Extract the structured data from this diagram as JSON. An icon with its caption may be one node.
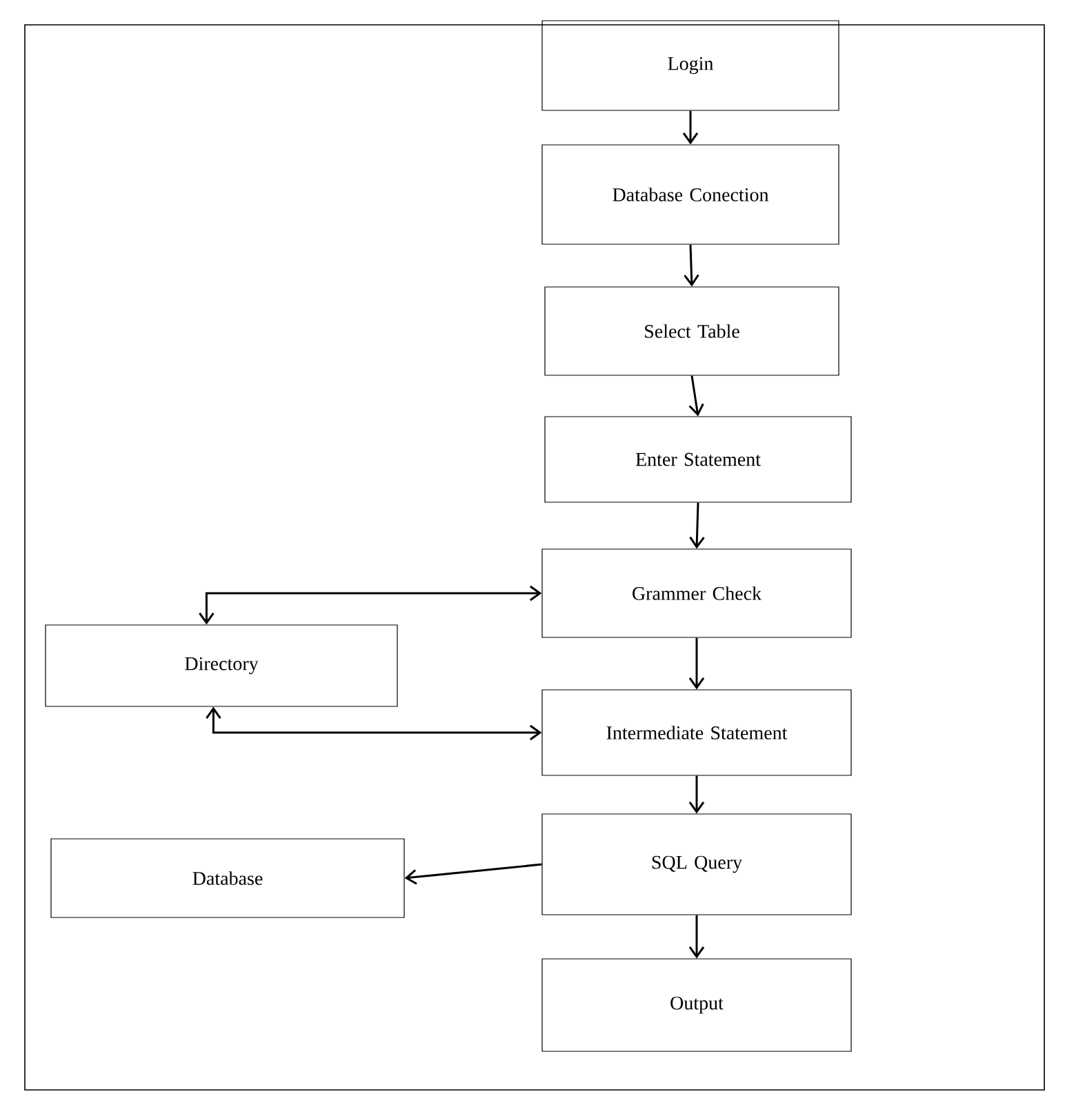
{
  "diagram": {
    "nodes": [
      {
        "text": [
          "Login"
        ]
      },
      {
        "text": [
          "Database Conection"
        ]
      },
      {
        "text": [
          "Select Table"
        ]
      },
      {
        "text": [
          "Enter Statement"
        ]
      },
      {
        "text": [
          "Grammer Check"
        ]
      },
      {
        "text": [
          "Directory"
        ]
      },
      {
        "text": [
          "Intermediate Statement"
        ]
      },
      {
        "text": [
          "SQL Query"
        ]
      },
      {
        "text": [
          "Database"
        ]
      },
      {
        "text": [
          "Output"
        ]
      }
    ],
    "edges": [
      {
        "from": 0,
        "to": 1,
        "arrow": "to"
      },
      {
        "from": 1,
        "to": 2,
        "arrow": "to"
      },
      {
        "from": 2,
        "to": 3,
        "arrow": "to"
      },
      {
        "from": 3,
        "to": 4,
        "arrow": "to"
      },
      {
        "from": 5,
        "to": 4,
        "arrow": "both"
      },
      {
        "from": 4,
        "to": 6,
        "arrow": "to"
      },
      {
        "from": 5,
        "to": 6,
        "arrow": "both"
      },
      {
        "from": 6,
        "to": 7,
        "arrow": "to"
      },
      {
        "from": 7,
        "to": 8,
        "arrow": "to"
      },
      {
        "from": 7,
        "to": 9,
        "arrow": "to"
      }
    ]
  }
}
